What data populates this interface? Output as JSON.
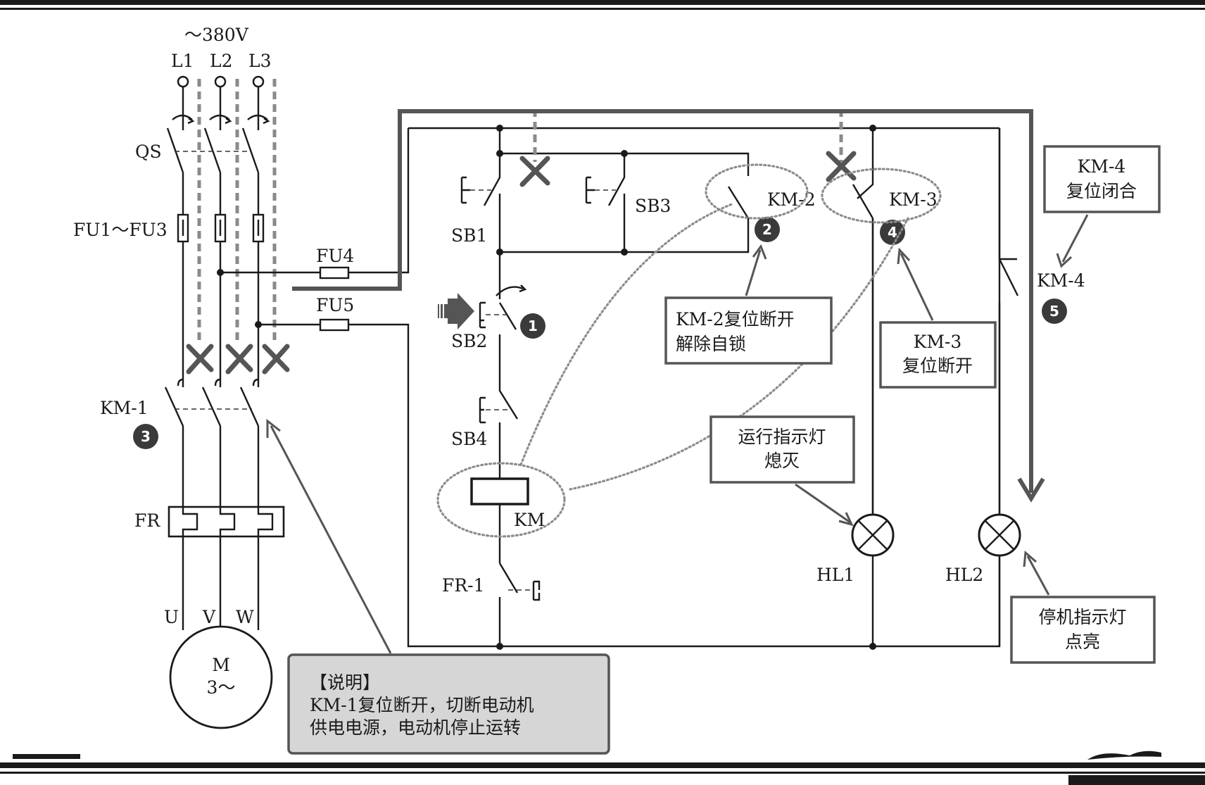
{
  "supply": {
    "voltage": "～380V",
    "l1": "L1",
    "l2": "L2",
    "l3": "L3"
  },
  "labels": {
    "qs": "QS",
    "fu1_3": "FU1～FU3",
    "fu4": "FU4",
    "fu5": "FU5",
    "km1": "KM-1",
    "fr": "FR",
    "u": "U",
    "v": "V",
    "w": "W",
    "motor_m": "M",
    "motor_phase": "3～",
    "sb1": "SB1",
    "sb2": "SB2",
    "sb3": "SB3",
    "sb4": "SB4",
    "km_coil": "KM",
    "fr1": "FR-1",
    "km2": "KM-2",
    "km3": "KM-3",
    "km4": "KM-4",
    "hl1": "HL1",
    "hl2": "HL2"
  },
  "steps": [
    "1",
    "2",
    "3",
    "4",
    "5"
  ],
  "callouts": {
    "km4_line1": "KM-4",
    "km4_line2": "复位闭合",
    "km2_line1": "KM-2复位断开",
    "km2_line2": "解除自锁",
    "km3_line1": "KM-3",
    "km3_line2": "复位断开",
    "hl1_line1": "运行指示灯",
    "hl1_line2": "熄灭",
    "hl2_line1": "停机指示灯",
    "hl2_line2": "点亮",
    "note_title": "【说明】",
    "note_line1": "KM-1复位断开，切断电动机",
    "note_line2": "供电电源，电动机停止运转"
  },
  "colors": {
    "line": "#1a1a1a",
    "highlight": "#555555",
    "note_fill": "#d6d6d6",
    "marker": "#3a3a3a"
  }
}
